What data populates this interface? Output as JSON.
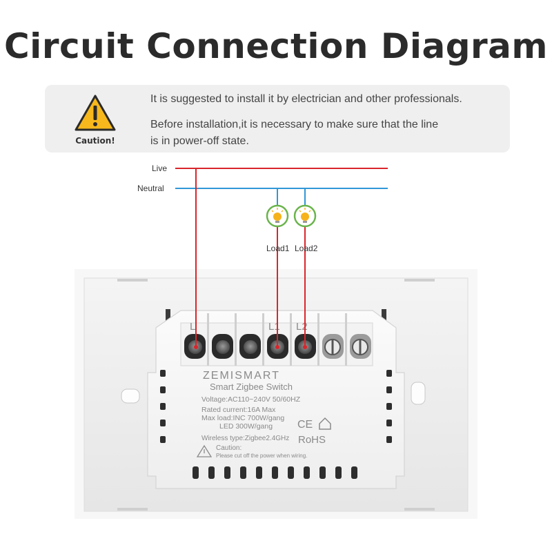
{
  "header": {
    "title": "Circuit Connection Diagram"
  },
  "caution": {
    "label": "Caution!",
    "line1": "It is suggested to install it by electrician and other professionals.",
    "line2a": "Before installation,it is necessary to make sure that the line",
    "line2b": "is in power-off state."
  },
  "wiring": {
    "live_label": "Live",
    "neutral_label": "Neutral",
    "load1_label": "Load1",
    "load2_label": "Load2",
    "live_color": "#d9252b",
    "neutral_color": "#2f97d6"
  },
  "terminals": {
    "l": "L",
    "l1": "L1",
    "l2": "L2"
  },
  "device": {
    "brand": "ZEMISMART",
    "name": "Smart Zigbee Switch",
    "voltage": "Voltage:AC110~240V   50/60HZ",
    "current": "Rated current:16A Max",
    "maxload_inc": "Max load:INC 700W/gang",
    "maxload_led": "LED 300W/gang",
    "wireless": "Wireless type:Zigbee2.4GHz",
    "ce": "CE",
    "rohs": "RoHS",
    "caution_title": "Caution:",
    "caution_text": "Please cut off the power when wiring."
  }
}
